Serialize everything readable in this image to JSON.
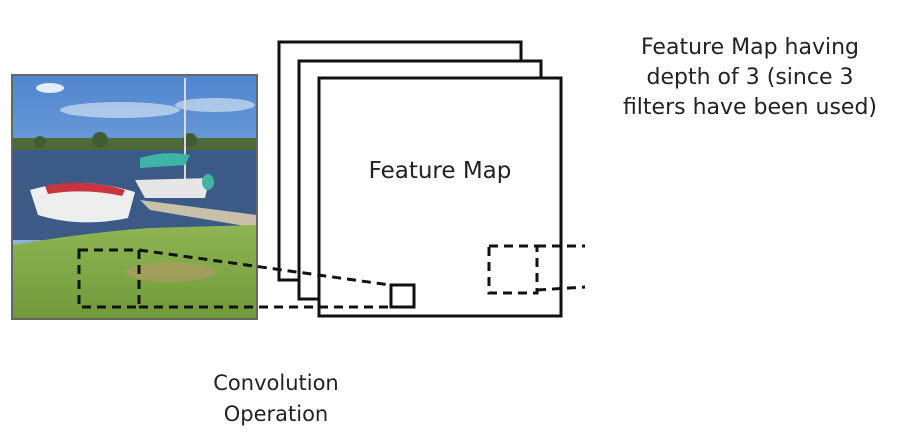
{
  "diagram": {
    "title": "Convolution producing a feature map of depth 3",
    "input_image": {
      "description": "Photo of boats docked at a lakeside pier with grassy shore",
      "icon": "photo-image"
    },
    "feature_map": {
      "label": "Feature Map",
      "depth": 3
    },
    "annotations": {
      "depth_note_lines": [
        "Feature Map having",
        "depth of 3 (since 3",
        "filters have been used)"
      ],
      "operation_lines": [
        "Convolution",
        "Operation"
      ]
    },
    "colors": {
      "stroke": "#111111",
      "sky": "#6f9fd8",
      "water": "#3a5a86",
      "grass": "#7ea24a"
    }
  }
}
